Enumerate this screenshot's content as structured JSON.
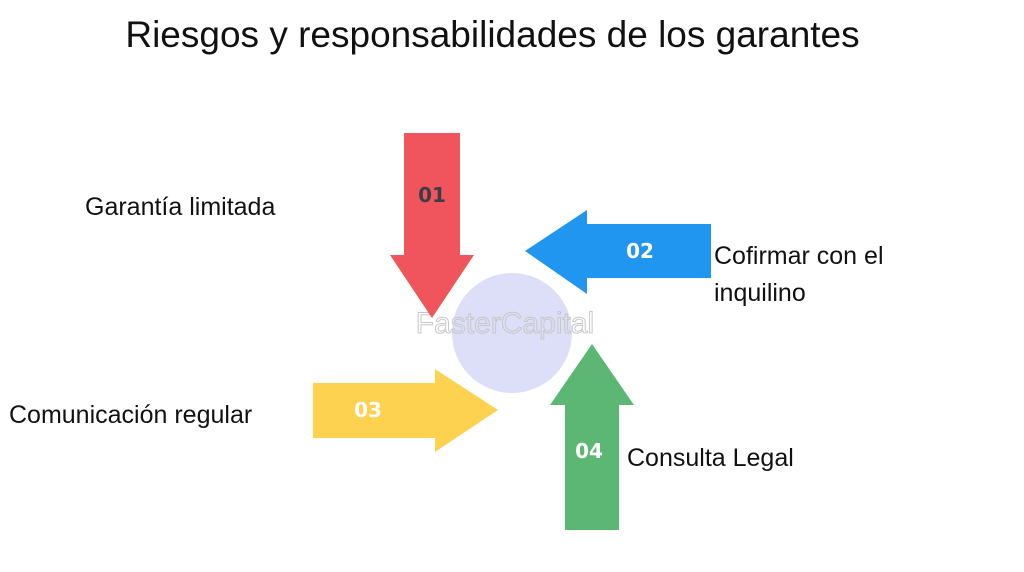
{
  "title": "Riesgos y responsabilidades de los garantes",
  "watermark": "FasterCapital",
  "items": [
    {
      "number": "01",
      "label": "Garantía limitada",
      "color": "#f0545c",
      "direction": "down"
    },
    {
      "number": "02",
      "label_line1": "Cofirmar con el",
      "label_line2": "inquilino",
      "color": "#2196f0",
      "direction": "left"
    },
    {
      "number": "03",
      "label": "Comunicación regular",
      "color": "#fdd250",
      "direction": "right"
    },
    {
      "number": "04",
      "label": "Consulta Legal",
      "color": "#5cb774",
      "direction": "up"
    }
  ],
  "center_color": "#dcdff7"
}
